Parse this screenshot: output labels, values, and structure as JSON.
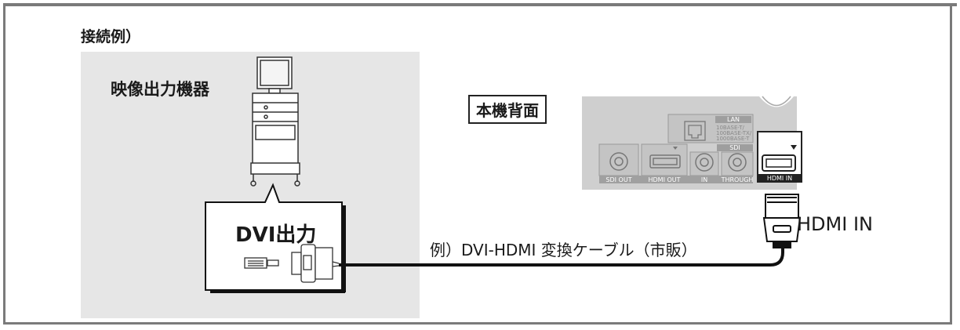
{
  "heading": "接続例）",
  "source_device_label": "映像出力機器",
  "rear_panel_label": "本機背面",
  "output_label": "DVI出力",
  "cable_label": "例）DVI-HDMI 変換ケーブル（市販）",
  "input_label": "HDMI IN",
  "panel": {
    "lan_title": "LAN",
    "lan_specs": [
      "10BASE-T/",
      "100BASE-TX/",
      "1000BASE-T"
    ],
    "sdi_title": "SDI",
    "ports": [
      "SDI OUT",
      "HDMI OUT",
      "IN",
      "THROUGH",
      "HDMI IN"
    ]
  }
}
